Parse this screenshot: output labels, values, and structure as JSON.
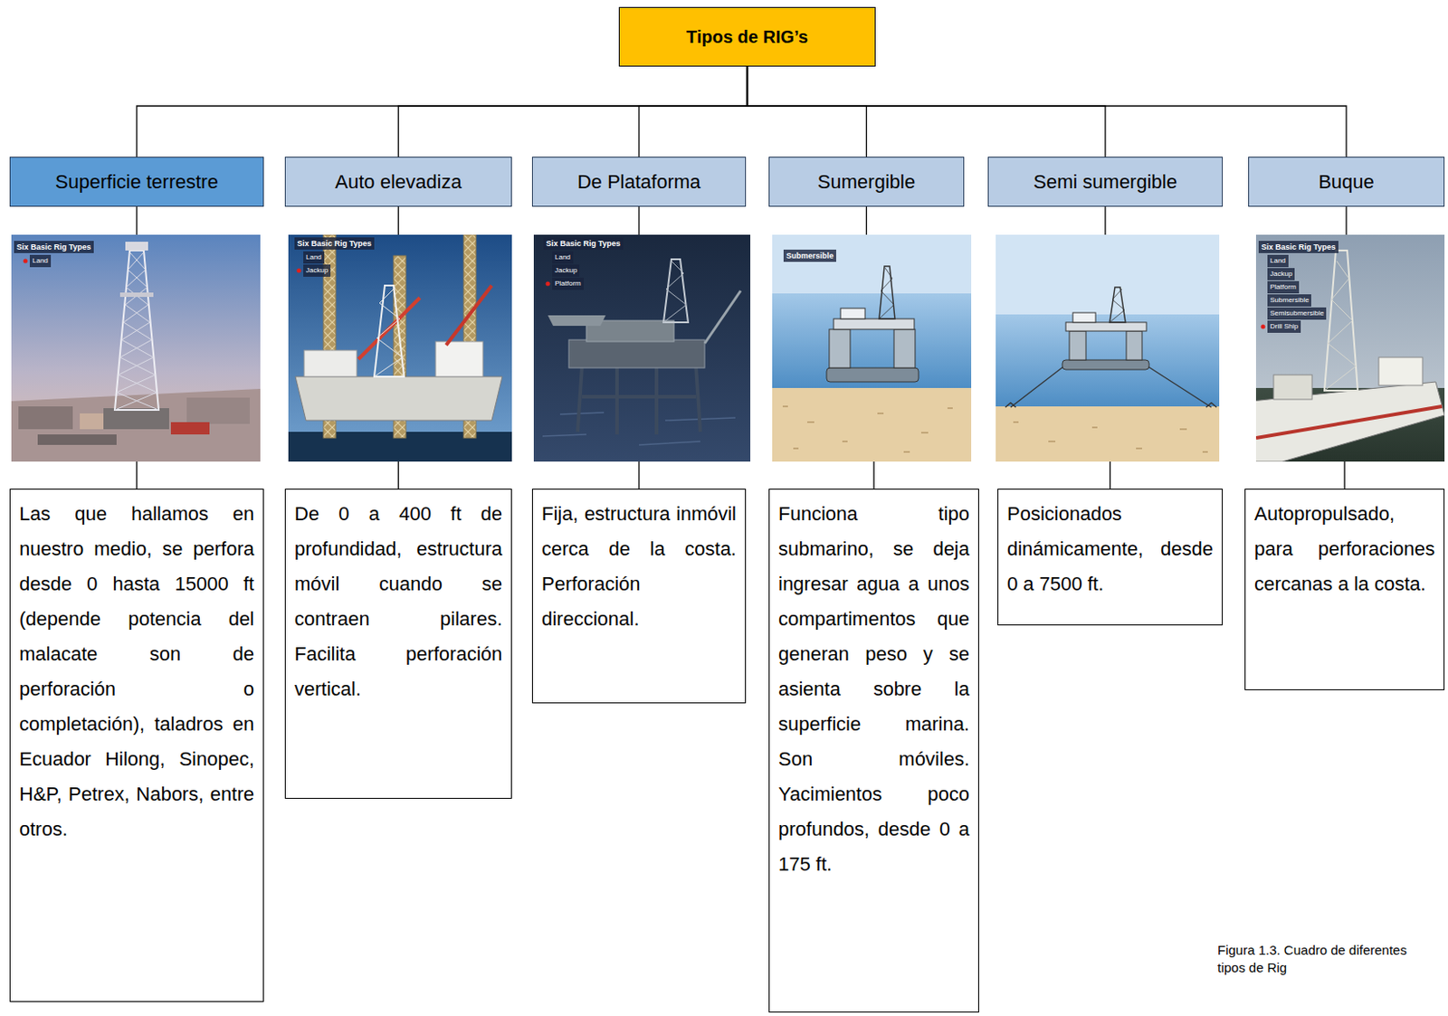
{
  "diagram": {
    "caption": "Figura 1.3. Cuadro de diferentes tipos de Rig",
    "nodes": [
      {
        "text": [
          "Tipos de RIG’s"
        ]
      },
      {
        "text": [
          "Superficie terrestre"
        ]
      },
      {
        "text": [
          "Auto elevadiza"
        ]
      },
      {
        "text": [
          "De Plataforma"
        ]
      },
      {
        "text": [
          "Sumergible"
        ]
      },
      {
        "text": [
          "Semi sumergible"
        ]
      },
      {
        "text": [
          "Buque"
        ]
      },
      {
        "text": [
          "Las que hallamos en nuestro medio, se perfora desde 0 hasta 15000 ft (depende potencia del malacate son de perforación o completación), taladros en Ecuador Hilong, Sinopec, H&P, Petrex, Nabors, entre otros."
        ]
      },
      {
        "text": [
          "De 0 a 400 ft de profundidad, estructura móvil cuando se contraen pilares. Facilita perforación vertical."
        ]
      },
      {
        "text": [
          "Fija, estructura inmóvil cerca de la costa. Perforación direccional."
        ]
      },
      {
        "text": [
          "Funciona tipo submarino, se deja ingresar agua a unos compartimentos que generan peso y se asienta sobre la superficie marina. Son móviles. Yacimientos poco profundos, desde 0 a 175 ft."
        ]
      },
      {
        "text": [
          "Posicionados dinámicamente, desde 0 a 7500 ft."
        ]
      },
      {
        "text": [
          "Autopropulsado, para perforaciones cercanas a la costa."
        ]
      }
    ],
    "edges": [
      {
        "from": 0,
        "to": 1,
        "arrow": "none"
      },
      {
        "from": 0,
        "to": 2,
        "arrow": "none"
      },
      {
        "from": 0,
        "to": 3,
        "arrow": "none"
      },
      {
        "from": 0,
        "to": 4,
        "arrow": "none"
      },
      {
        "from": 0,
        "to": 5,
        "arrow": "none"
      },
      {
        "from": 0,
        "to": 6,
        "arrow": "none"
      },
      {
        "from": 1,
        "to": 7,
        "arrow": "none"
      },
      {
        "from": 2,
        "to": 8,
        "arrow": "none"
      },
      {
        "from": 3,
        "to": 9,
        "arrow": "none"
      },
      {
        "from": 4,
        "to": 10,
        "arrow": "none"
      },
      {
        "from": 5,
        "to": 11,
        "arrow": "none"
      },
      {
        "from": 6,
        "to": 12,
        "arrow": "none"
      }
    ],
    "labels": [
      "Six Basic Rig Types",
      "Land",
      "Six Basic Rig Types",
      "Land",
      "Jackup",
      "Six Basic Rig Types",
      "Land",
      "Jackup",
      "Platform",
      "Submersible",
      "Six Basic Rig Types",
      "Land",
      "Jackup",
      "Platform",
      "Submersible",
      "Semisubmersible",
      "Drill Ship"
    ]
  }
}
